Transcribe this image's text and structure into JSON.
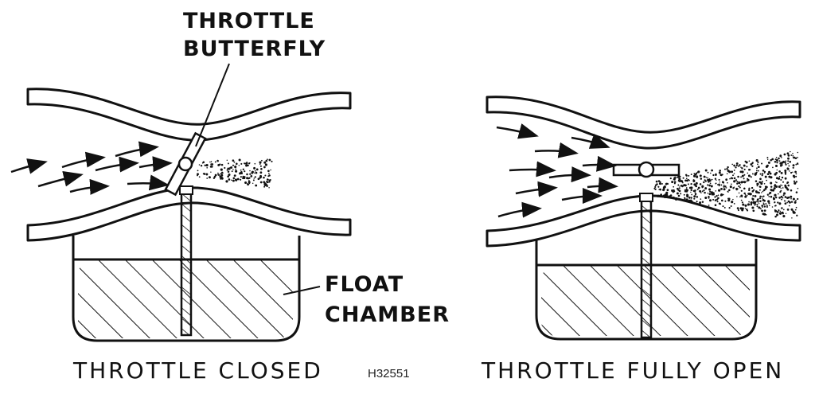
{
  "labels": {
    "throttle_butterfly_line1": "THROTTLE",
    "throttle_butterfly_line2": "BUTTERFLY",
    "float_chamber_line1": "FLOAT",
    "float_chamber_line2": "CHAMBER",
    "caption_left": "THROTTLE CLOSED",
    "caption_right": "THROTTLE FULLY OPEN",
    "figure_code": "H32551"
  },
  "colors": {
    "ink": "#111111",
    "background": "#ffffff"
  }
}
